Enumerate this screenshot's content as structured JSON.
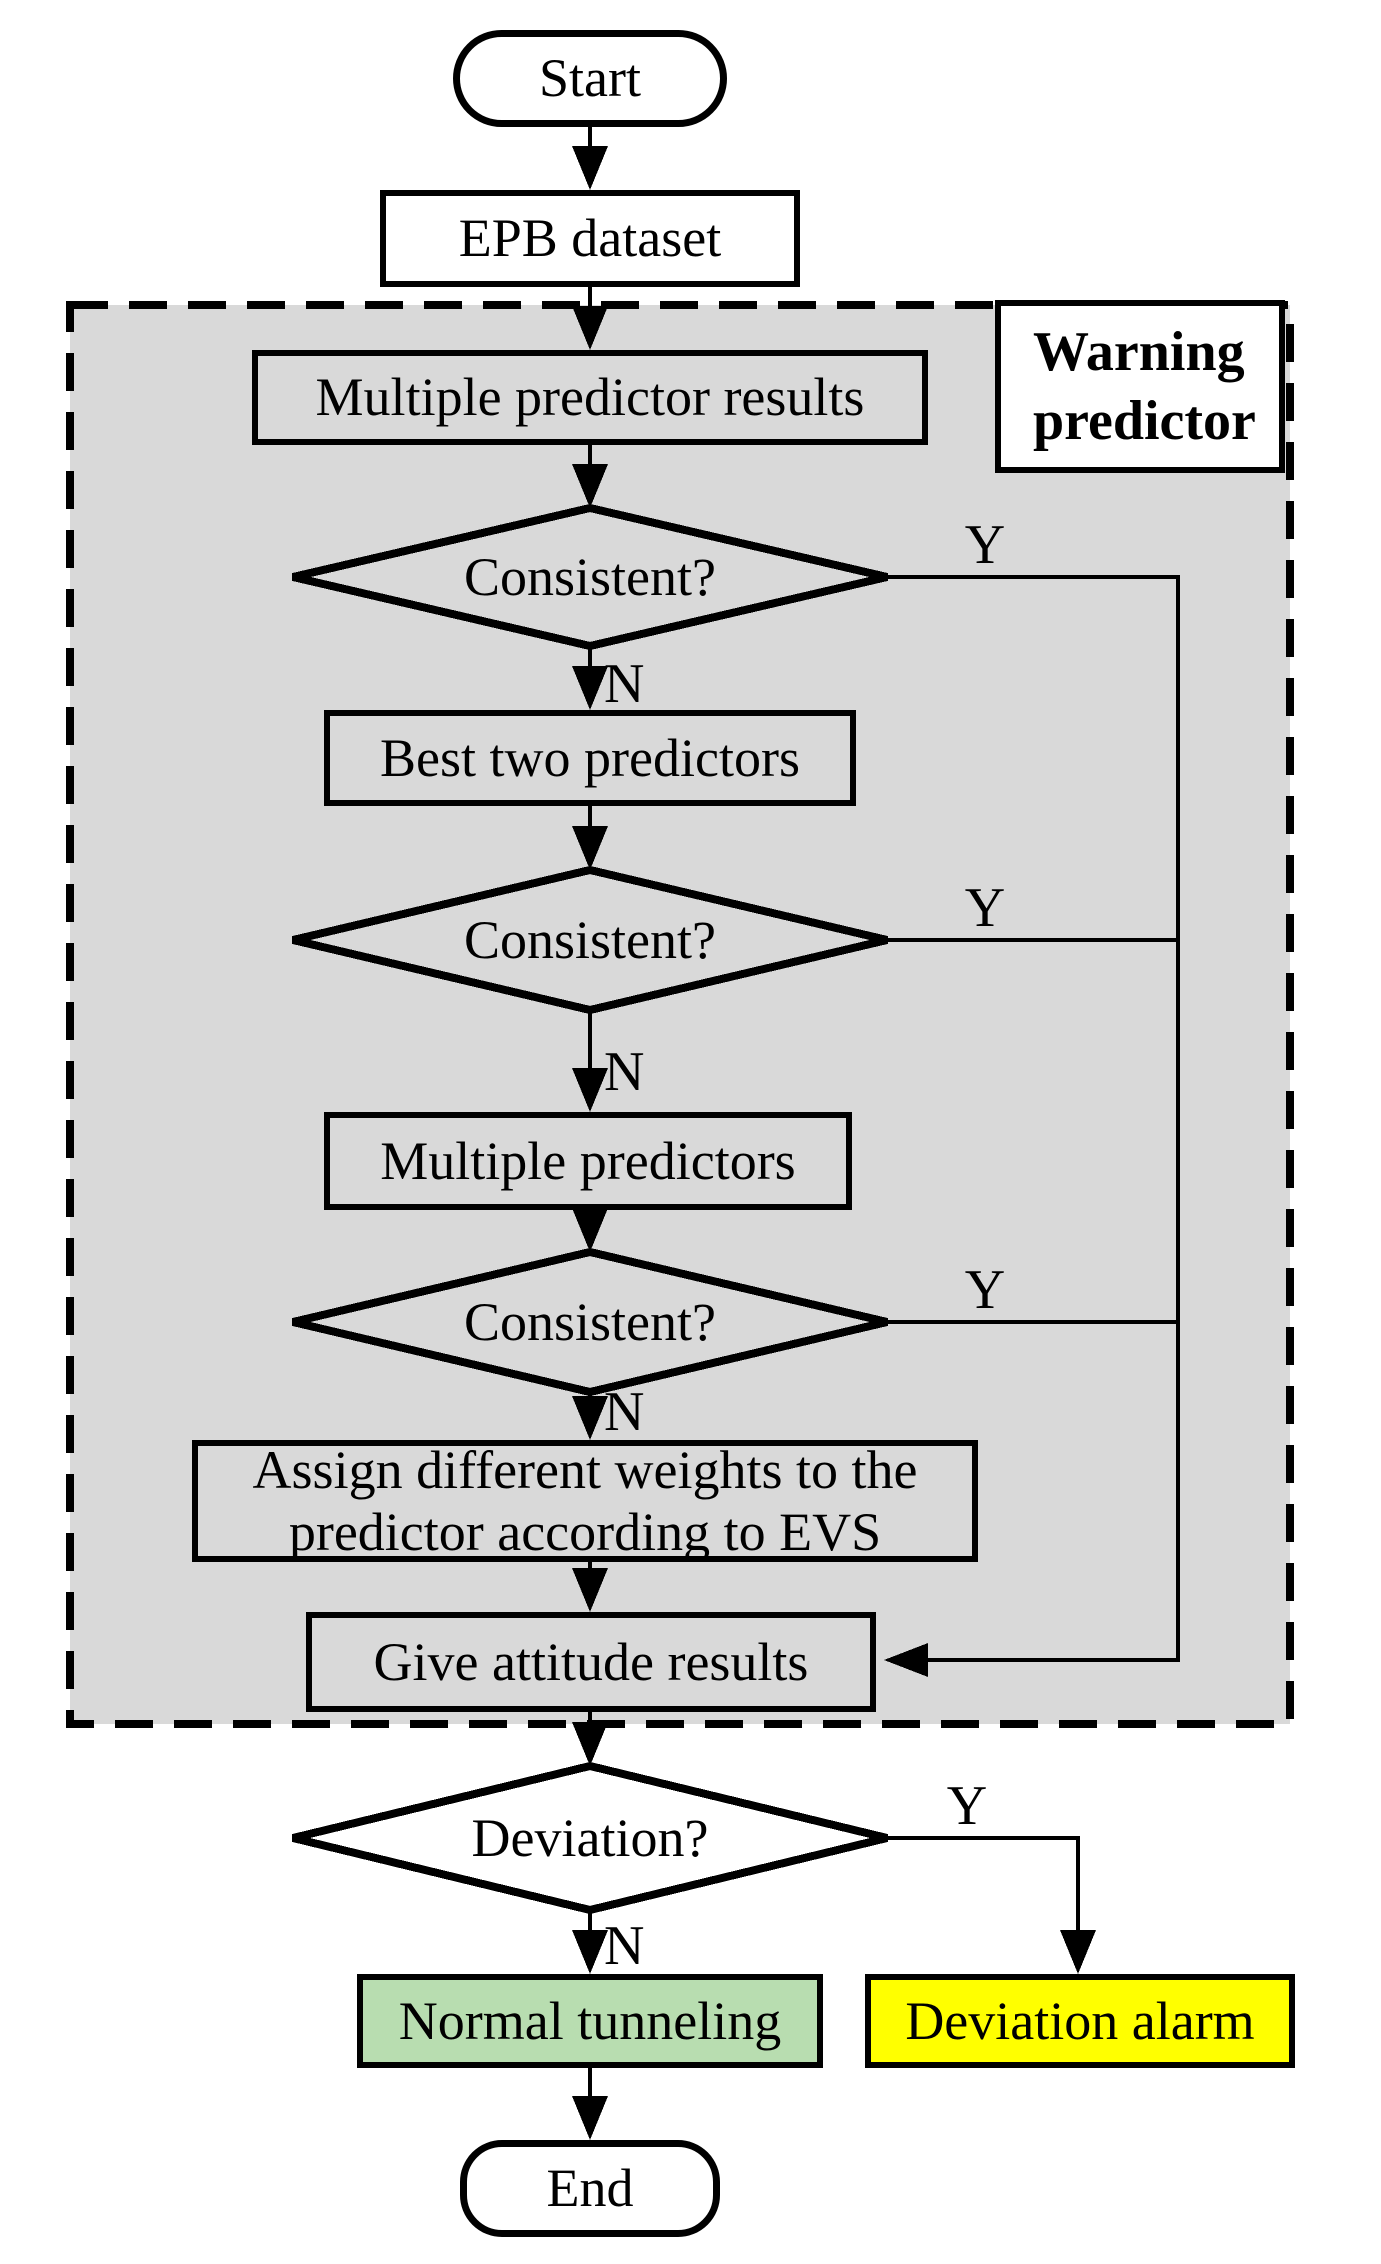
{
  "labels": {
    "yes": "Y",
    "no": "N"
  },
  "region": {
    "label": "Warning predictor"
  },
  "nodes": {
    "start": "Start",
    "epb_dataset": "EPB dataset",
    "multiple_predictor_results": "Multiple predictor results",
    "consistent_1": "Consistent?",
    "best_two_predictors": "Best two predictors",
    "consistent_2": "Consistent?",
    "multiple_predictors": "Multiple predictors",
    "consistent_3": "Consistent?",
    "assign_weights": "Assign different weights to the predictor according to EVS",
    "give_attitude_results": "Give attitude results",
    "deviation": "Deviation?",
    "normal_tunneling": "Normal tunneling",
    "deviation_alarm": "Deviation alarm",
    "end": "End"
  },
  "colors": {
    "background": "#ffffff",
    "region_fill": "#d9d9d9",
    "node_fill_inside": "#d9d9d9",
    "decision_outside_fill": "#ffffff",
    "normal_fill": "#b8ddb0",
    "alarm_fill": "#ffff00",
    "line": "#000000"
  }
}
